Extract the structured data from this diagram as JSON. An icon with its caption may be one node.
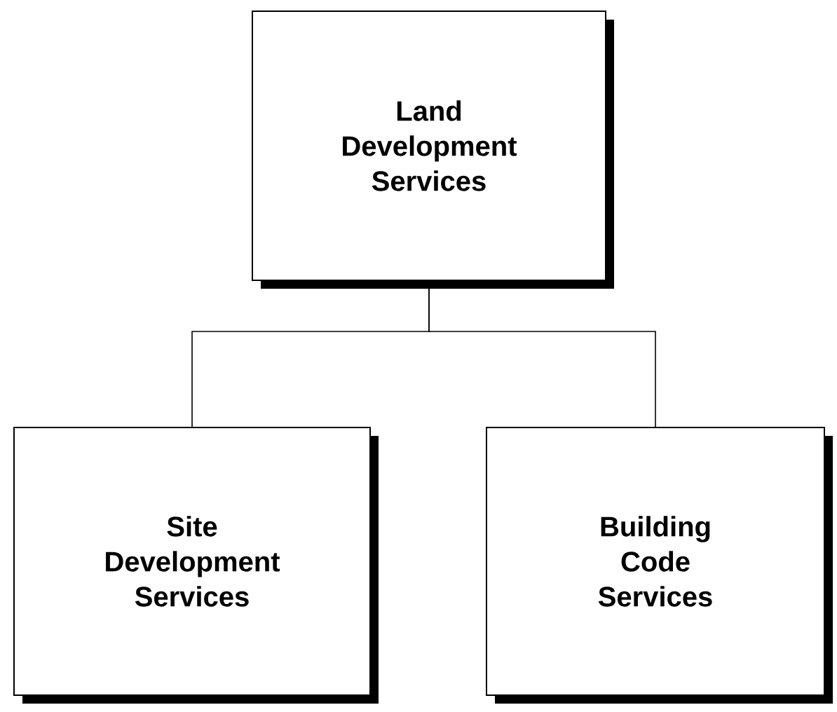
{
  "diagram": {
    "nodes": [
      {
        "text": [
          "Land Development Services"
        ]
      },
      {
        "text": [
          "Site Development Services"
        ]
      },
      {
        "text": [
          "Building Code Services"
        ]
      }
    ],
    "edges": [
      {
        "from": 0,
        "to": 1,
        "arrow": "none"
      },
      {
        "from": 0,
        "to": 2,
        "arrow": "none"
      }
    ]
  }
}
